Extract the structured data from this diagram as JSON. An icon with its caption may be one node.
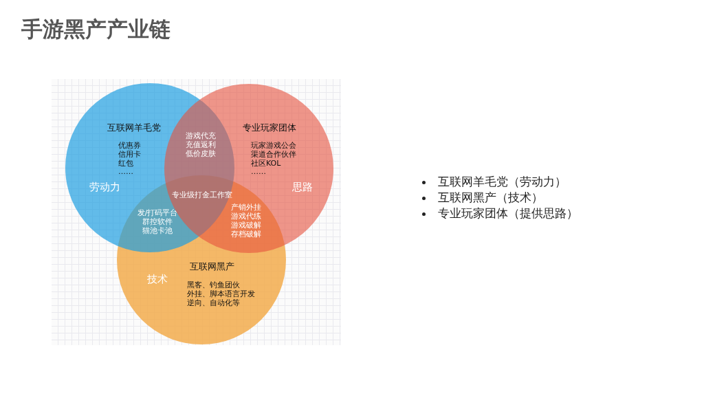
{
  "diagram": {
    "title": "手游黑产产业链",
    "nodes": [
      {
        "text": [
          "互联网羊毛党",
          "优惠券",
          "信用卡",
          "红包",
          "……",
          "劳动力"
        ]
      },
      {
        "text": [
          "专业玩家团体",
          "玩家游戏公会",
          "渠道合作伙伴",
          "社区KOL",
          "……",
          "思路"
        ]
      },
      {
        "text": [
          "互联网黑产",
          "黑客、钓鱼团伙",
          "外挂、脚本语言开发",
          "逆向、自动化等",
          "技术"
        ]
      }
    ],
    "labels": [
      "游戏代充",
      "充值返利",
      "低价皮肤",
      "专业级打金工作室",
      "发/打码平台",
      "群控软件",
      "猫池卡池",
      "产销外挂",
      "游戏代练",
      "游戏破解",
      "存档破解",
      "互联网羊毛党（劳动力）",
      "互联网黑产（技术）",
      "专业玩家团体（提供思路）"
    ]
  }
}
